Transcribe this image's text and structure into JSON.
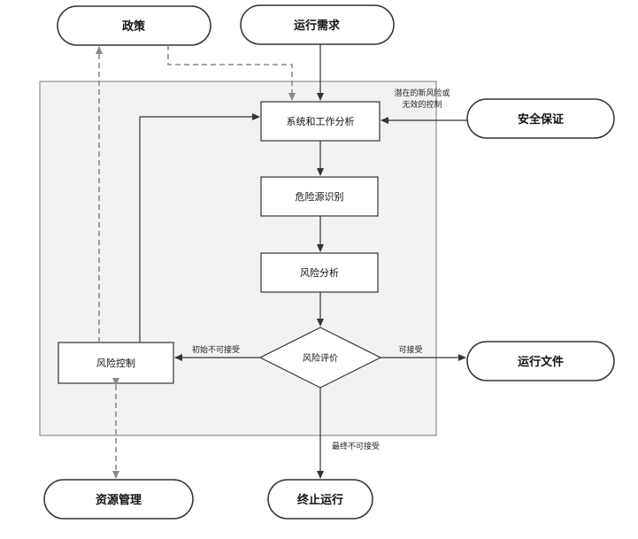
{
  "nodes": {
    "policy": "政策",
    "operating_needs": "运行需求",
    "safety_assurance": "安全保证",
    "system_analysis": "系统和工作分析",
    "hazard_id": "危险源识别",
    "risk_analysis": "风险分析",
    "risk_assessment": "风险评价",
    "risk_control": "风险控制",
    "operating_docs": "运行文件",
    "resource_mgmt": "资源管理",
    "terminate": "终止运行"
  },
  "labels": {
    "new_risk_line1": "潜在的新风险或",
    "new_risk_line2": "无效的控制",
    "initially_unacceptable": "初始不可接受",
    "acceptable": "可接受",
    "finally_unacceptable": "最终不可接受"
  },
  "colors": {
    "panel_fill": "#f2f2f2",
    "stroke": "#333333",
    "dashed": "#8a8a8a"
  }
}
